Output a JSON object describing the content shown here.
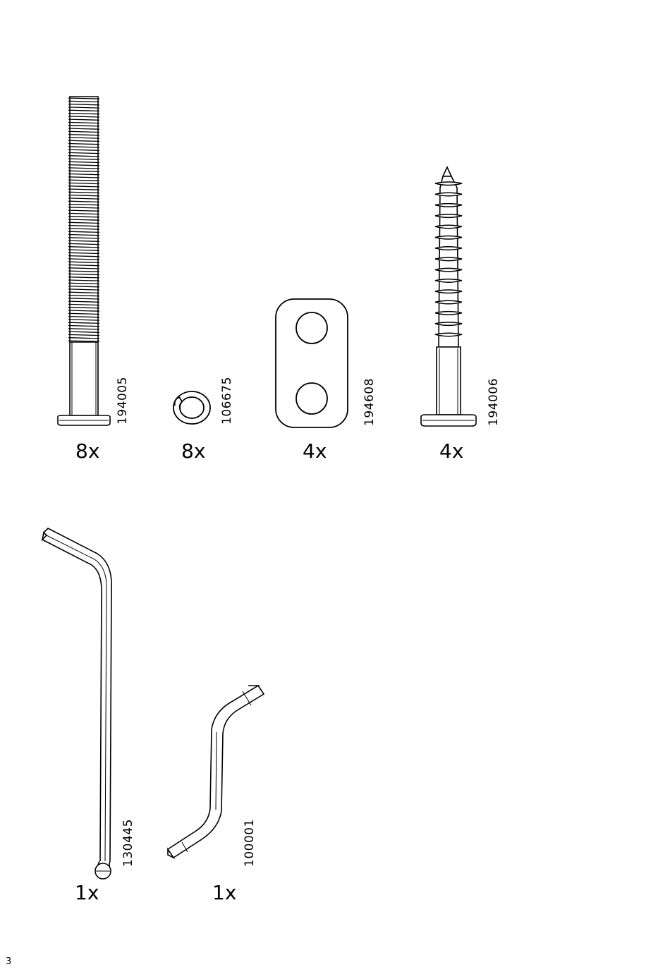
{
  "page_number": "3",
  "parts": [
    {
      "id": "bolt-long",
      "article": "194005",
      "quantity": "8x"
    },
    {
      "id": "spring-washer",
      "article": "106675",
      "quantity": "8x"
    },
    {
      "id": "connector-plate",
      "article": "194608",
      "quantity": "4x"
    },
    {
      "id": "wood-screw",
      "article": "194006",
      "quantity": "4x"
    },
    {
      "id": "allen-key-long",
      "article": "130445",
      "quantity": "1x"
    },
    {
      "id": "allen-key-short",
      "article": "100001",
      "quantity": "1x"
    }
  ]
}
